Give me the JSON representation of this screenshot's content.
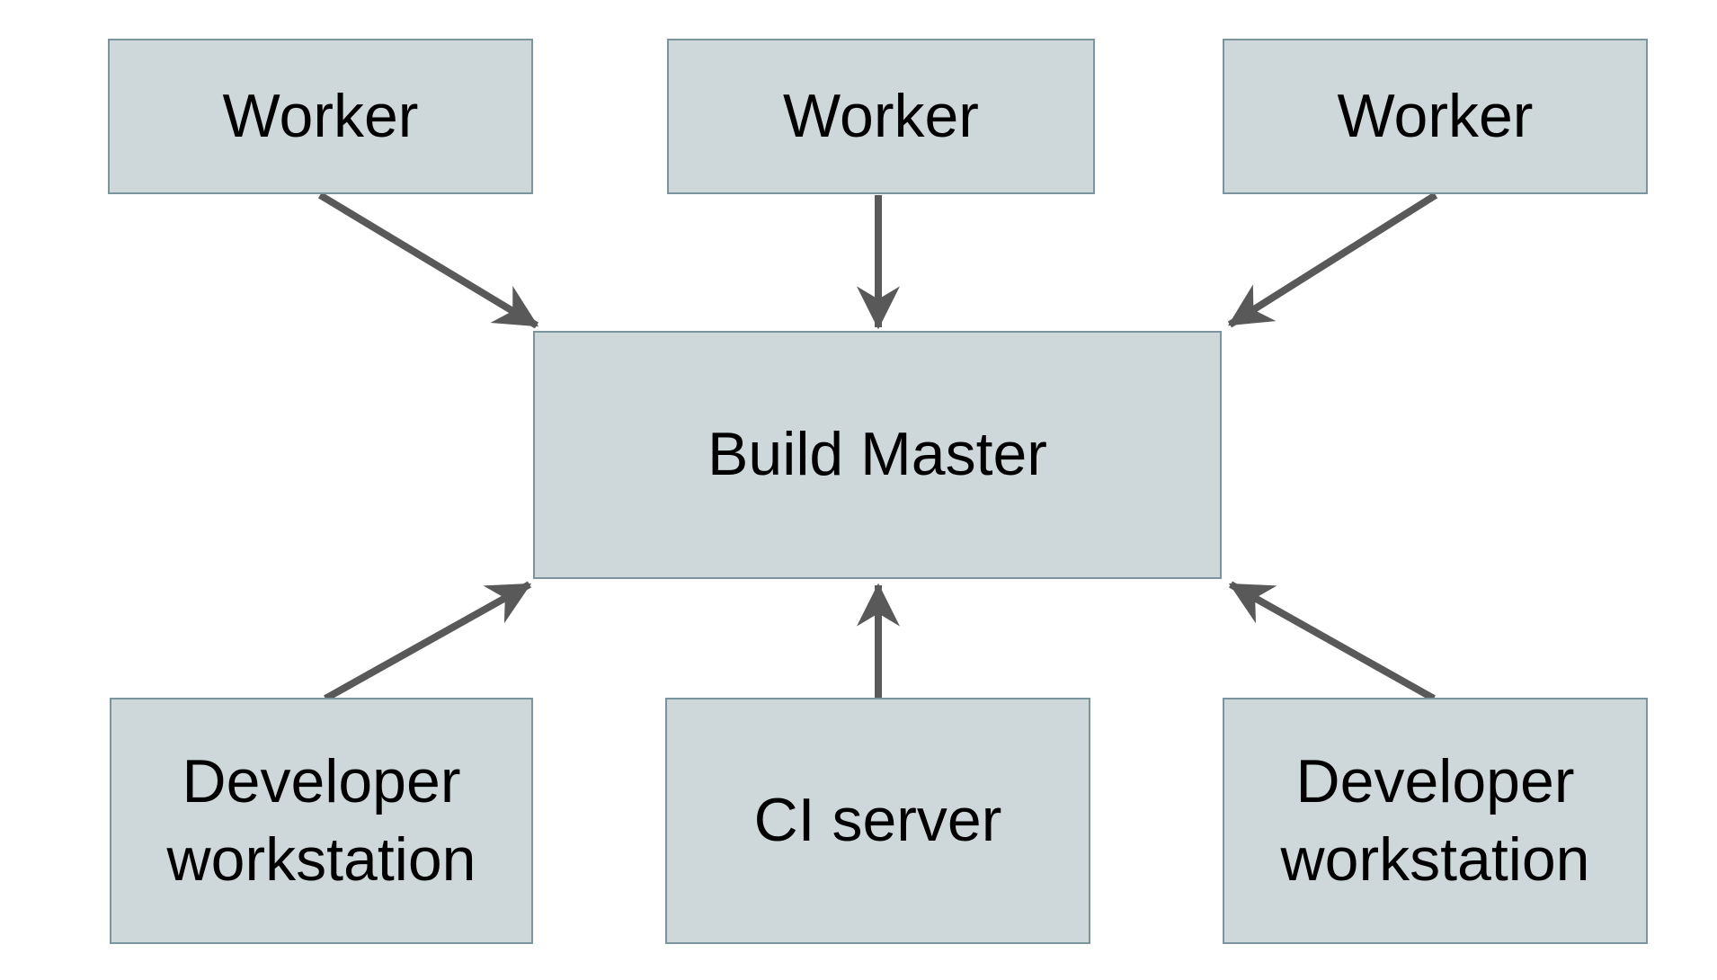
{
  "diagram": {
    "type": "architecture-diagram",
    "nodes": {
      "worker1": {
        "label": "Worker"
      },
      "worker2": {
        "label": "Worker"
      },
      "worker3": {
        "label": "Worker"
      },
      "build_master": {
        "label": "Build Master"
      },
      "dev_left": {
        "label": "Developer workstation"
      },
      "ci_server": {
        "label": "CI server"
      },
      "dev_right": {
        "label": "Developer workstation"
      }
    },
    "edges": [
      {
        "from": "worker1",
        "to": "build_master"
      },
      {
        "from": "worker2",
        "to": "build_master"
      },
      {
        "from": "worker3",
        "to": "build_master"
      },
      {
        "from": "dev_left",
        "to": "build_master"
      },
      {
        "from": "ci_server",
        "to": "build_master"
      },
      {
        "from": "dev_right",
        "to": "build_master"
      }
    ],
    "colors": {
      "background": "#ffffff",
      "node_fill": "#ced8da",
      "node_border": "#7b949e",
      "arrow": "#595959",
      "text": "#000000"
    }
  }
}
